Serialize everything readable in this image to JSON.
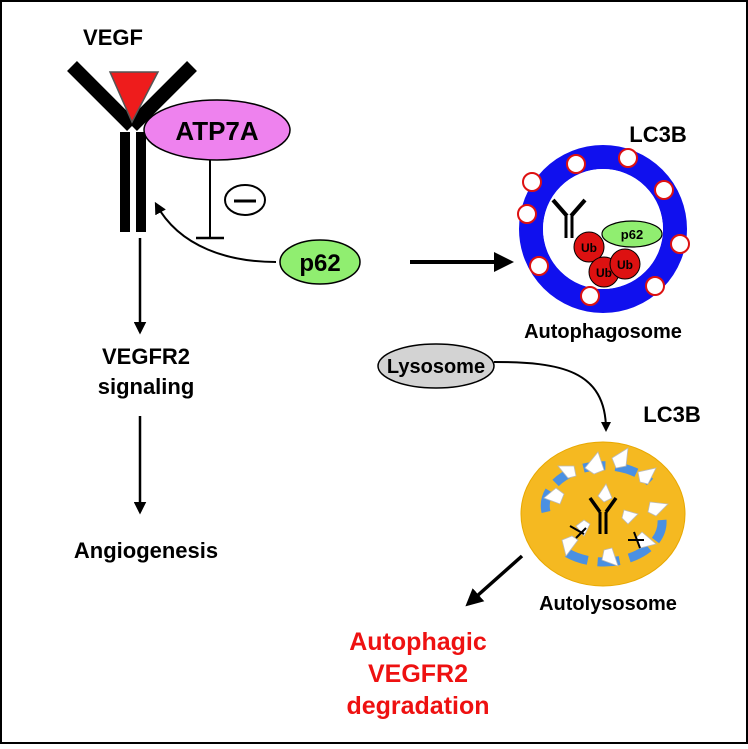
{
  "labels": {
    "vegf": "VEGF",
    "atp7a": "ATP7A",
    "inhibit_sign": "−",
    "p62": "p62",
    "p62_small": "p62",
    "lc3b_top": "LC3B",
    "lc3b_bottom": "LC3B",
    "autophagosome": "Autophagosome",
    "lysosome": "Lysosome",
    "vegfr2_line1": "VEGFR2",
    "vegfr2_line2": "signaling",
    "angiogenesis": "Angiogenesis",
    "autolysosome": "Autolysosome",
    "result_line1": "Autophagic",
    "result_line2": "VEGFR2",
    "result_line3": "degradation",
    "ub1": "Ub",
    "ub2": "Ub",
    "ub3": "Ub"
  },
  "colors": {
    "vegf_ligand": "#ee1c1c",
    "atp7a_fill": "#ee82ee",
    "p62_fill": "#90ee70",
    "autophagosome_ring": "#1010ee",
    "ub_fill": "#dd1111",
    "lysosome_fill": "#d3d3d3",
    "autolysosome_fill": "#f5b921",
    "autolysosome_swirl": "#4a90e2",
    "result_text": "#ee1111"
  }
}
